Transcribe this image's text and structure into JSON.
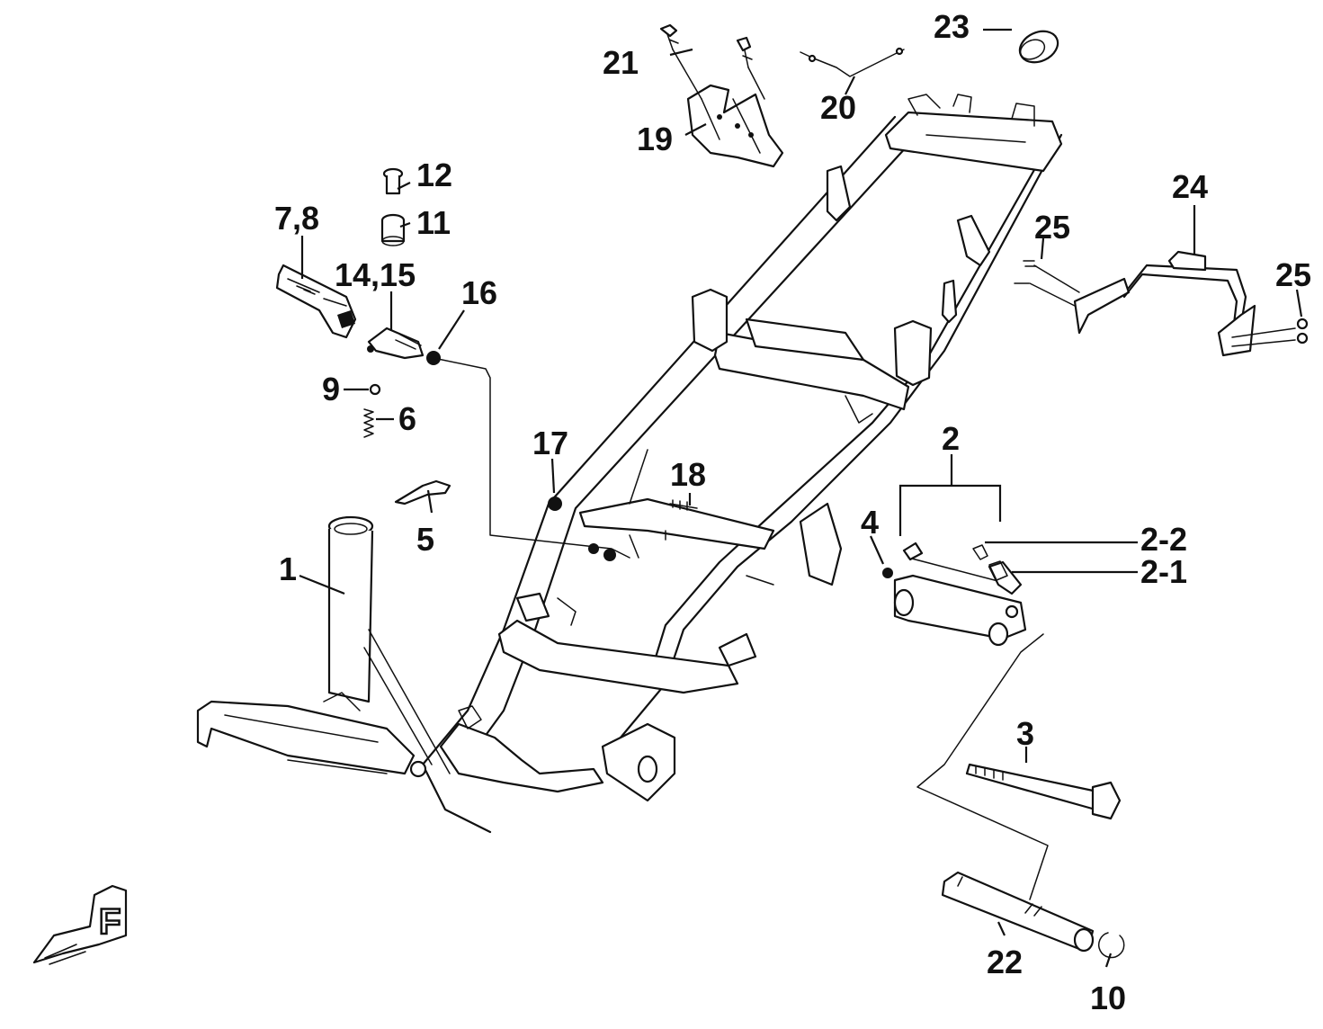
{
  "callouts": {
    "c1": "1",
    "c2": "2",
    "c2_1": "2-1",
    "c2_2": "2-2",
    "c3": "3",
    "c4": "4",
    "c5": "5",
    "c6": "6",
    "c7_8": "7,8",
    "c9": "9",
    "c10": "10",
    "c11": "11",
    "c12": "12",
    "c14_15": "14,15",
    "c16": "16",
    "c17": "17",
    "c18": "18",
    "c19": "19",
    "c20": "20",
    "c21": "21",
    "c22": "22",
    "c23": "23",
    "c24": "24",
    "c25_left": "25",
    "c25_right": "25"
  },
  "front_indicator": "F"
}
